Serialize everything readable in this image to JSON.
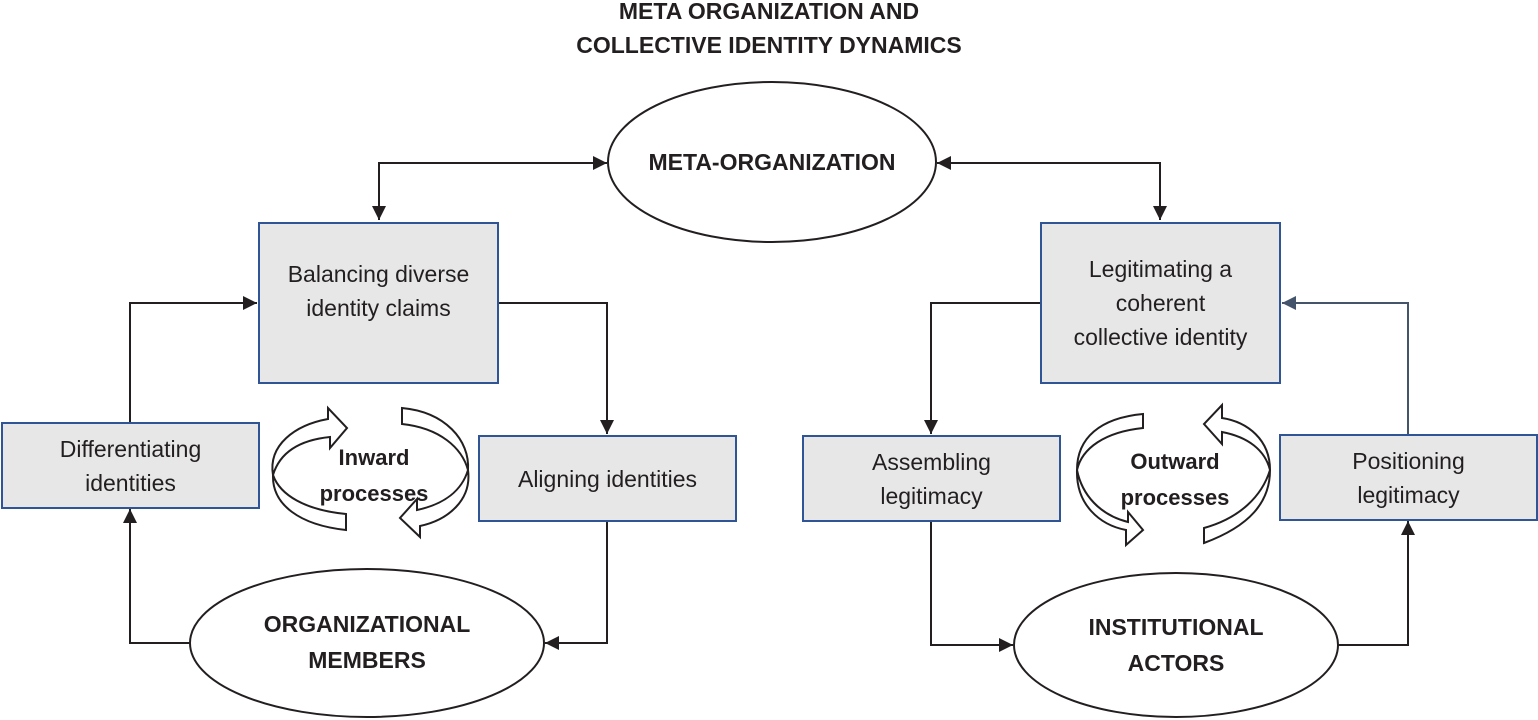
{
  "title": {
    "line1": "META ORGANIZATION AND",
    "line2": "COLLECTIVE IDENTITY DYNAMICS"
  },
  "colors": {
    "box_fill": "#e7e7e7",
    "box_border": "#2f5597",
    "line": "#231f20",
    "line_blue": "#44546a"
  },
  "ellipses": {
    "meta_org": "META-ORGANIZATION",
    "org_members": {
      "line1": "ORGANIZATIONAL",
      "line2": "MEMBERS"
    },
    "inst_actors": {
      "line1": "INSTITUTIONAL",
      "line2": "ACTORS"
    }
  },
  "boxes": {
    "balancing": {
      "line1": "Balancing diverse",
      "line2": "identity claims"
    },
    "differentiating": {
      "line1": "Differentiating",
      "line2": "identities"
    },
    "aligning": {
      "line1": "Aligning identities"
    },
    "legitimating": {
      "line1": "Legitimating a",
      "line2": "coherent",
      "line3": "collective identity"
    },
    "assembling": {
      "line1": "Assembling",
      "line2": "legitimacy"
    },
    "positioning": {
      "line1": "Positioning",
      "line2": "legitimacy"
    }
  },
  "processes": {
    "inward": {
      "line1": "Inward",
      "line2": "processes"
    },
    "outward": {
      "line1": "Outward",
      "line2": "processes"
    }
  }
}
